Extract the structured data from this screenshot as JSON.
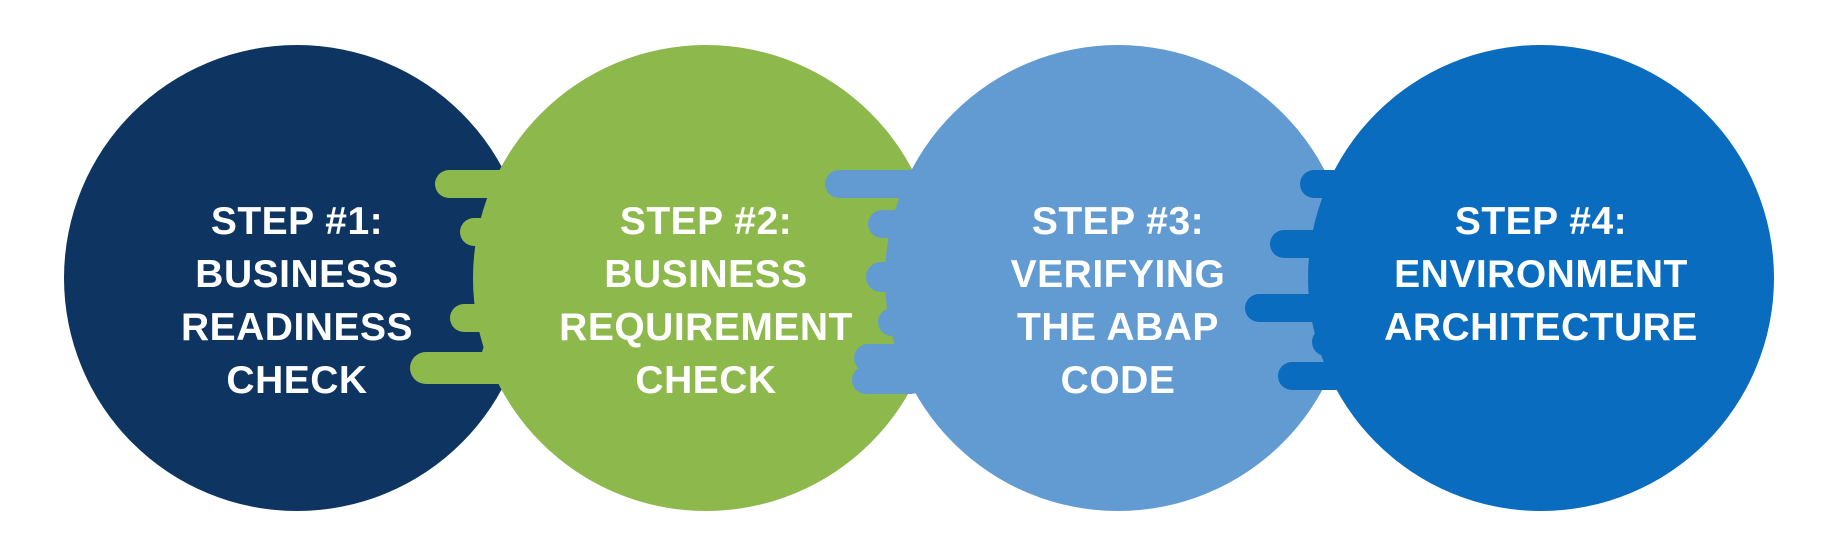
{
  "colors": {
    "step1": "#0e3561",
    "step2": "#8db84c",
    "step3": "#629bd2",
    "step4": "#0a6cbe",
    "text": "#ffffff"
  },
  "steps": [
    {
      "heading": "STEP #1:",
      "lines": [
        "BUSINESS",
        "READINESS",
        "CHECK"
      ]
    },
    {
      "heading": "STEP #2:",
      "lines": [
        "BUSINESS",
        "REQUIREMENT",
        "CHECK"
      ]
    },
    {
      "heading": "STEP #3:",
      "lines": [
        "VERIFYING",
        "THE ABAP",
        "CODE"
      ]
    },
    {
      "heading": "STEP #4:",
      "lines": [
        "ENVIRONMENT",
        "ARCHITECTURE"
      ]
    }
  ]
}
